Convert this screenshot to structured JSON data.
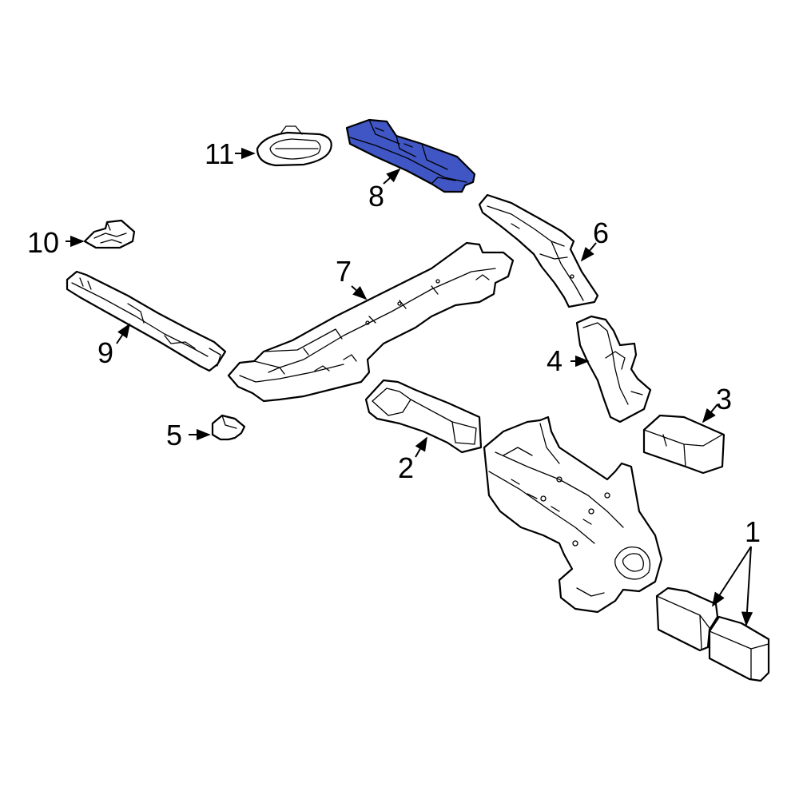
{
  "diagram": {
    "highlight_color": "#3f56c4",
    "callouts": [
      {
        "id": "1",
        "label": "1"
      },
      {
        "id": "2",
        "label": "2"
      },
      {
        "id": "3",
        "label": "3"
      },
      {
        "id": "4",
        "label": "4"
      },
      {
        "id": "5",
        "label": "5"
      },
      {
        "id": "6",
        "label": "6"
      },
      {
        "id": "7",
        "label": "7"
      },
      {
        "id": "8",
        "label": "8",
        "highlighted": true
      },
      {
        "id": "9",
        "label": "9"
      },
      {
        "id": "10",
        "label": "10"
      },
      {
        "id": "11",
        "label": "11"
      }
    ]
  }
}
